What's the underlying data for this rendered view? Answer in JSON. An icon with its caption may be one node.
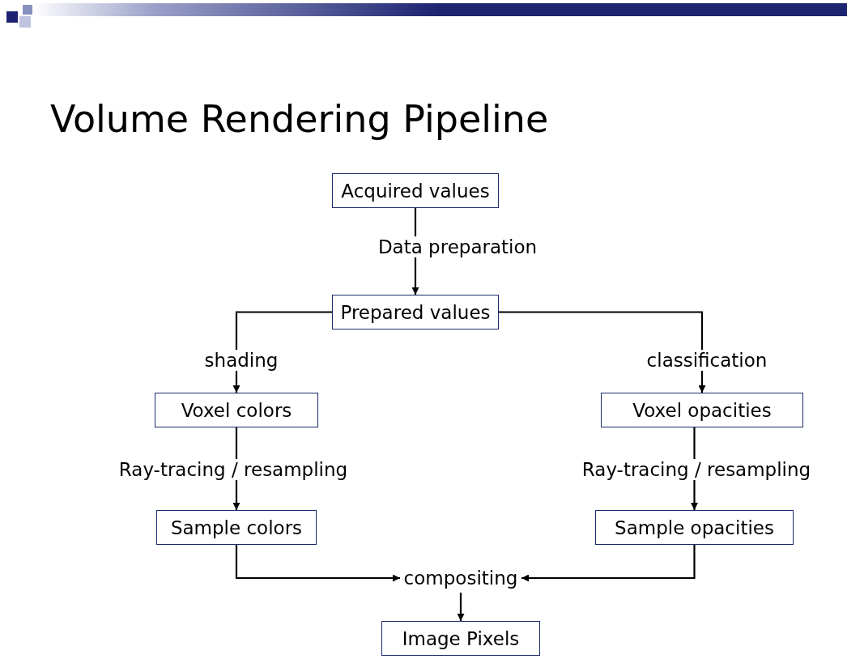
{
  "diagram": {
    "title": "Volume Rendering Pipeline",
    "nodes": [
      {
        "text": [
          "Acquired values"
        ]
      },
      {
        "text": [
          "Prepared values"
        ]
      },
      {
        "text": [
          "Voxel colors"
        ]
      },
      {
        "text": [
          "Voxel opacities"
        ]
      },
      {
        "text": [
          "Sample colors"
        ]
      },
      {
        "text": [
          "Sample opacities"
        ]
      },
      {
        "text": [
          "compositing"
        ]
      },
      {
        "text": [
          "Image Pixels"
        ]
      }
    ],
    "edges": [
      {
        "from": 0,
        "to": 1,
        "arrow": "to",
        "label": "Data preparation"
      },
      {
        "from": 1,
        "to": 2,
        "arrow": "to",
        "label": "shading"
      },
      {
        "from": 1,
        "to": 3,
        "arrow": "to",
        "label": "classification"
      },
      {
        "from": 2,
        "to": 4,
        "arrow": "to",
        "label": "Ray-tracing / resampling"
      },
      {
        "from": 3,
        "to": 5,
        "arrow": "to",
        "label": "Ray-tracing / resampling"
      },
      {
        "from": 4,
        "to": 6,
        "arrow": "to"
      },
      {
        "from": 5,
        "to": 6,
        "arrow": "to"
      },
      {
        "from": 6,
        "to": 7,
        "arrow": "to"
      }
    ]
  }
}
